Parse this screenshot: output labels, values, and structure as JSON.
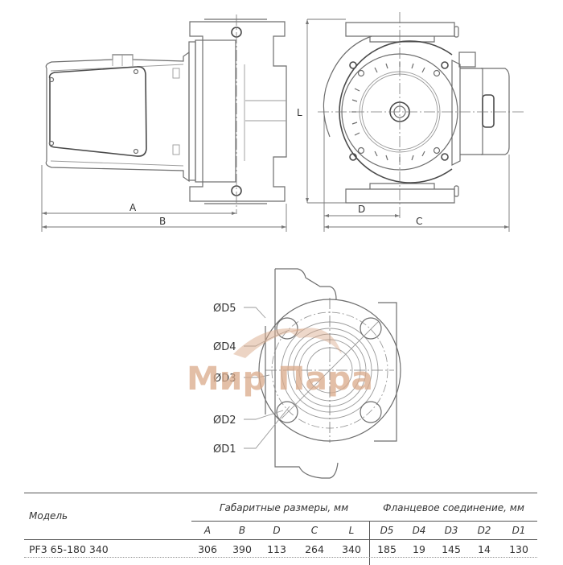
{
  "drawing": {
    "side_view": {
      "dimension_labels": {
        "a": "A",
        "b": "B"
      }
    },
    "front_view": {
      "dimension_labels": {
        "l": "L",
        "d": "D",
        "c": "C"
      }
    },
    "flange_view": {
      "labels": [
        "ØD5",
        "ØD4",
        "ØD3",
        "ØD2",
        "ØD1"
      ]
    },
    "watermark": "Мир Пара",
    "watermark_color": "#d9a98a"
  },
  "table": {
    "model_header": "Модель",
    "group_dimensions": "Габаритные размеры, мм",
    "group_flange": "Фланцевое соединение, мм",
    "columns": [
      "A",
      "B",
      "D",
      "C",
      "L",
      "D5",
      "D4",
      "D3",
      "D2",
      "D1"
    ],
    "rows": [
      {
        "model": "PF3 65-180 340",
        "values": [
          "306",
          "390",
          "113",
          "264",
          "340",
          "185",
          "19",
          "145",
          "14",
          "130"
        ]
      }
    ]
  }
}
